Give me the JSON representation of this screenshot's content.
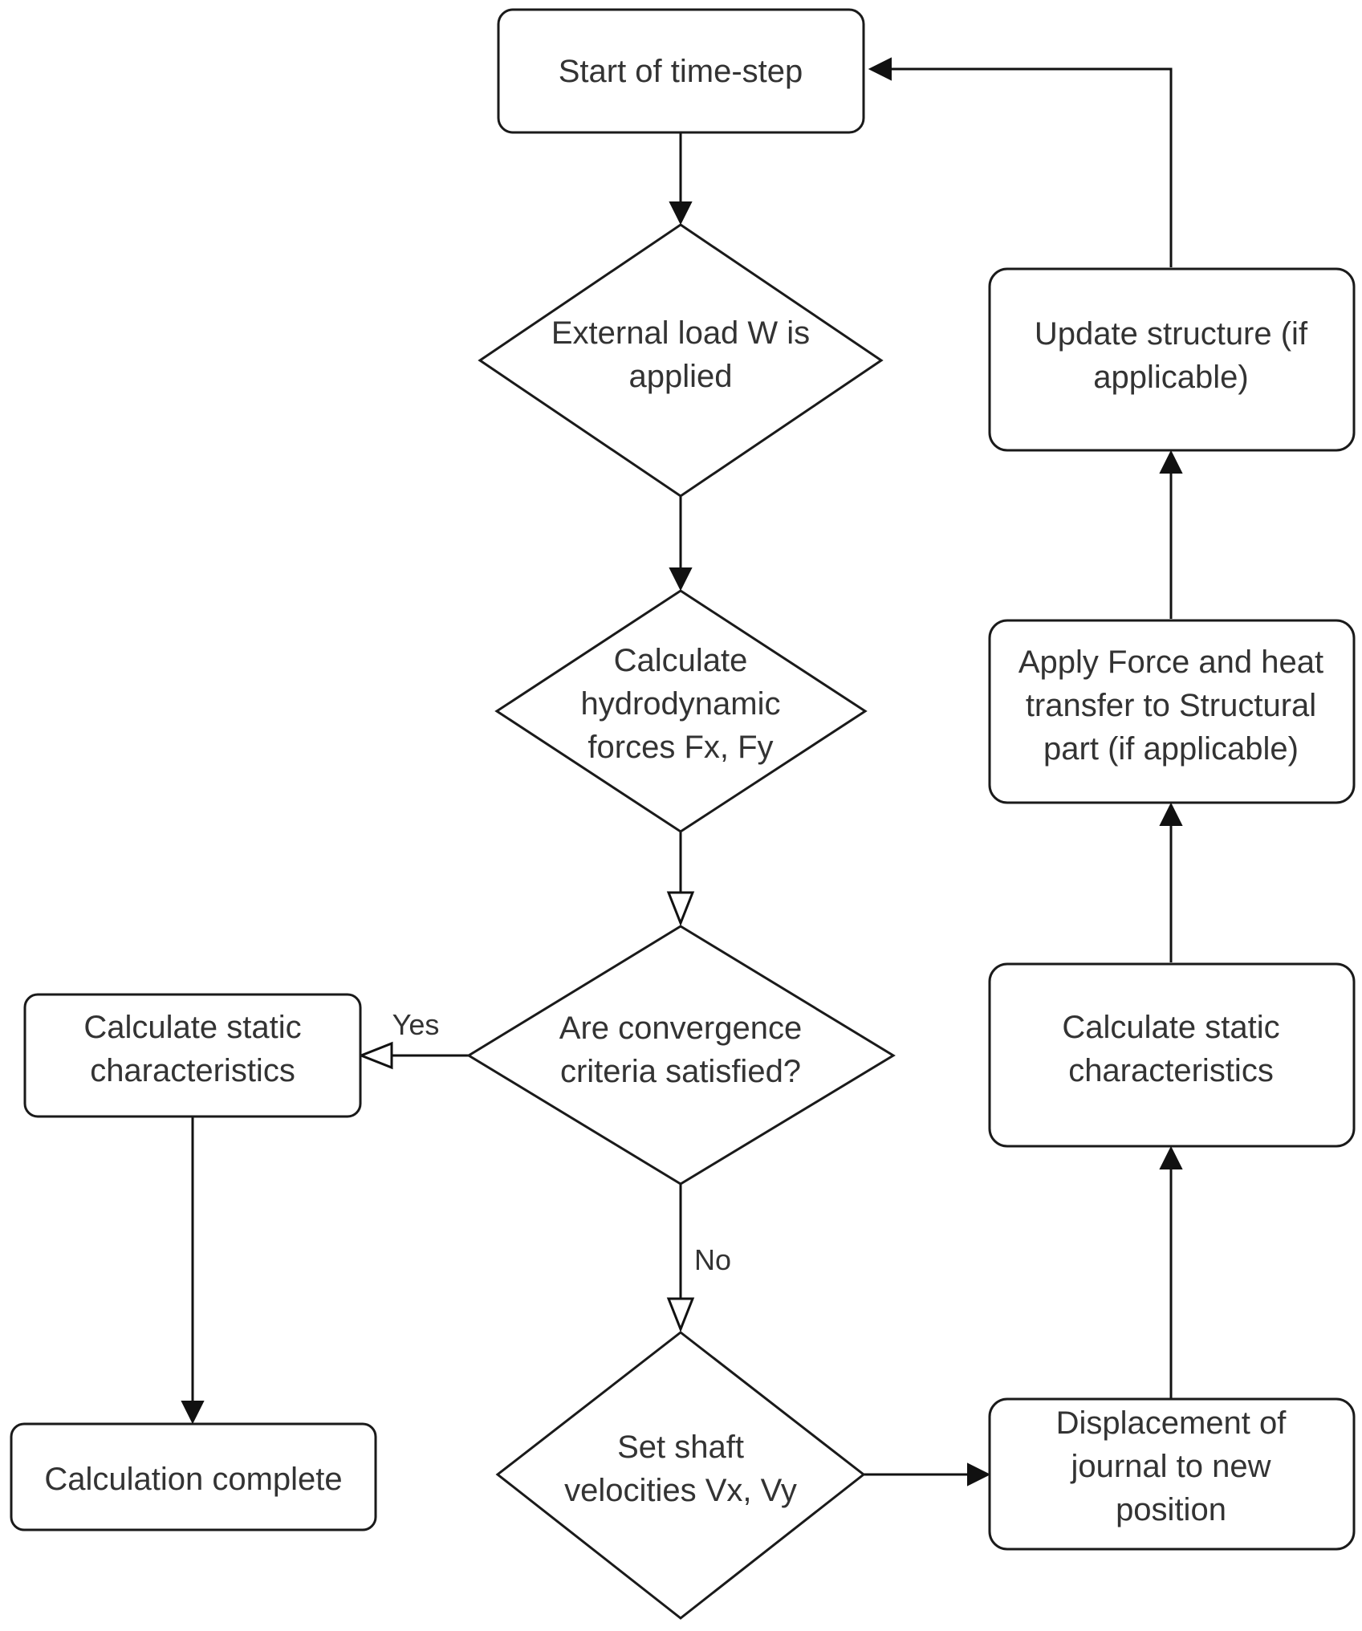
{
  "nodes": {
    "start": {
      "lines": [
        "Start of time-step"
      ]
    },
    "external_load": {
      "lines": [
        "External load W is",
        "applied"
      ]
    },
    "calc_forces": {
      "lines": [
        "Calculate",
        "hydrodynamic",
        "forces Fx, Fy"
      ]
    },
    "convergence": {
      "lines": [
        "Are convergence",
        "criteria satisfied?"
      ]
    },
    "static_left": {
      "lines": [
        "Calculate static",
        "characteristics"
      ]
    },
    "complete": {
      "lines": [
        "Calculation complete"
      ]
    },
    "set_velocities": {
      "lines": [
        "Set shaft",
        "velocities Vx, Vy"
      ]
    },
    "displacement": {
      "lines": [
        "Displacement of",
        "journal to new",
        "position"
      ]
    },
    "static_right": {
      "lines": [
        "Calculate static",
        "characteristics"
      ]
    },
    "apply_force": {
      "lines": [
        "Apply Force and heat",
        "transfer to Structural",
        "part (if applicable)"
      ]
    },
    "update_structure": {
      "lines": [
        "Update structure (if",
        "applicable)"
      ]
    }
  },
  "edge_labels": {
    "yes": "Yes",
    "no": "No"
  }
}
